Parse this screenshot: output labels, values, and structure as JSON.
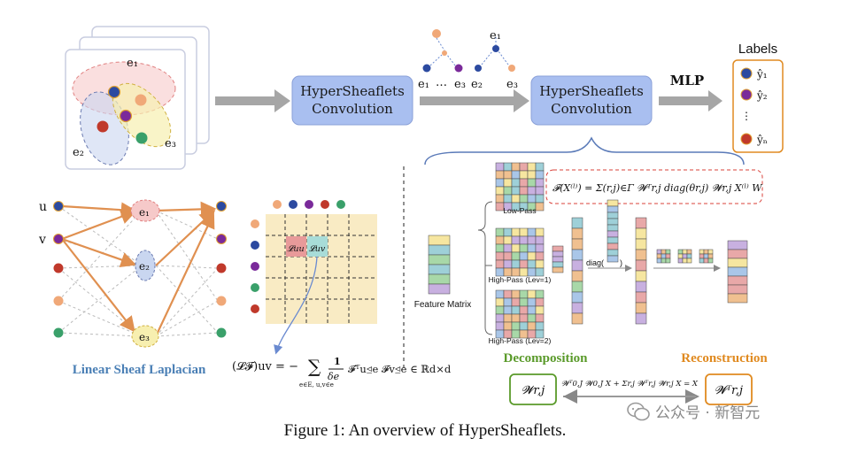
{
  "boxes": {
    "conv1": {
      "line1": "HyperSheaflets",
      "line2": "Convolution"
    },
    "conv2": {
      "line1": "HyperSheaflets",
      "line2": "Convolution"
    }
  },
  "mlp": "MLP",
  "labels": {
    "title": "Labels",
    "items": [
      "ŷ₁",
      "ŷ₂",
      "⋮",
      "ŷₙ"
    ],
    "colors": [
      "#2c4aa0",
      "#7a2a9a",
      "#c0392b"
    ]
  },
  "hypergraph": {
    "edges": [
      "e₁",
      "e₂",
      "e₃"
    ]
  },
  "small_graphs": {
    "left_labels": [
      "e₁",
      "…",
      "e₃"
    ],
    "right_labels": [
      "e₁",
      "e₂",
      "e₃"
    ]
  },
  "laplacian": {
    "nodes": [
      "u",
      "v"
    ],
    "edges": [
      "e₁",
      "e₂",
      "e₃"
    ],
    "title": "Linear Sheaf Laplacian",
    "matrix_cells": [
      "𝓛uu",
      "𝓛uv"
    ],
    "formula_lhs": "(𝓛𝓕)uv = −",
    "formula_sum_sub": "e∈E, u,v∈e",
    "formula_frac_num": "1",
    "formula_frac_den": "δe",
    "formula_rhs": "𝓕ᵀu⊴e 𝓕v⊴e ∈ ℝd×d"
  },
  "wavelet": {
    "formula": "𝓕(X⁽ˡ⁾) = Σ(r,j)∈Γ 𝓦ᵀr,j diag(θr,j) 𝓦r,j X⁽ˡ⁾ W",
    "low_pass": "Low-Pass",
    "high_pass_1": "High-Pass (Lev=1)",
    "high_pass_2": "High-Pass (Lev=2)",
    "feature_matrix": "Feature Matrix",
    "diag": "diag(",
    "diag_close": ")",
    "decomposition": "Decomposition",
    "reconstruction": "Reconstruction",
    "w_left": "𝓦r,j",
    "w_right": "𝓦ᵀr,j",
    "identity": "𝓦ᵀ0,J 𝓦0,J X + Σr,j 𝓦ᵀr,j 𝓦r,j X = X"
  },
  "caption": "Figure 1: An overview of HyperSheaflets.",
  "watermark": "公众号 · 新智元",
  "colors": {
    "box_fill": "#a9bff0",
    "arrow": "#a6a6a6",
    "decomp": "#5a9a2a",
    "recon": "#e08a20",
    "lap_title": "#4a7fb5",
    "red_dash": "#d9413a",
    "node_blue": "#2c4aa0",
    "node_purple": "#7a2a9a",
    "node_red": "#c0392b",
    "node_peach": "#f0a878",
    "node_green": "#3aa06a"
  }
}
